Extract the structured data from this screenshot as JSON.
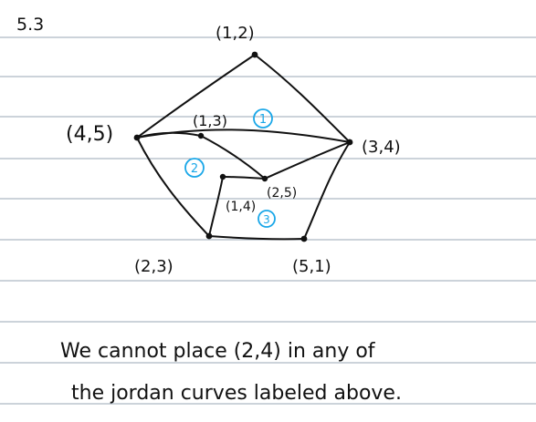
{
  "page": {
    "heading": "5.3"
  },
  "graph": {
    "vertex_labels": {
      "top": "(1,2)",
      "left": "(4,5)",
      "right": "(3,4)",
      "bottom_left": "(2,3)",
      "bottom_right": "(5,1)",
      "inner_13": "(1,3)",
      "inner_14": "(1,4)",
      "inner_25": "(2,5)"
    },
    "region_labels": [
      "1",
      "2",
      "3"
    ]
  },
  "note": {
    "line1": "We cannot place (2,4) in any of",
    "line2": "the jordan curves labeled above."
  },
  "colors": {
    "ink": "#111111",
    "rule_line": "#9aa7b5",
    "region_marker": "#1aa7e8"
  }
}
